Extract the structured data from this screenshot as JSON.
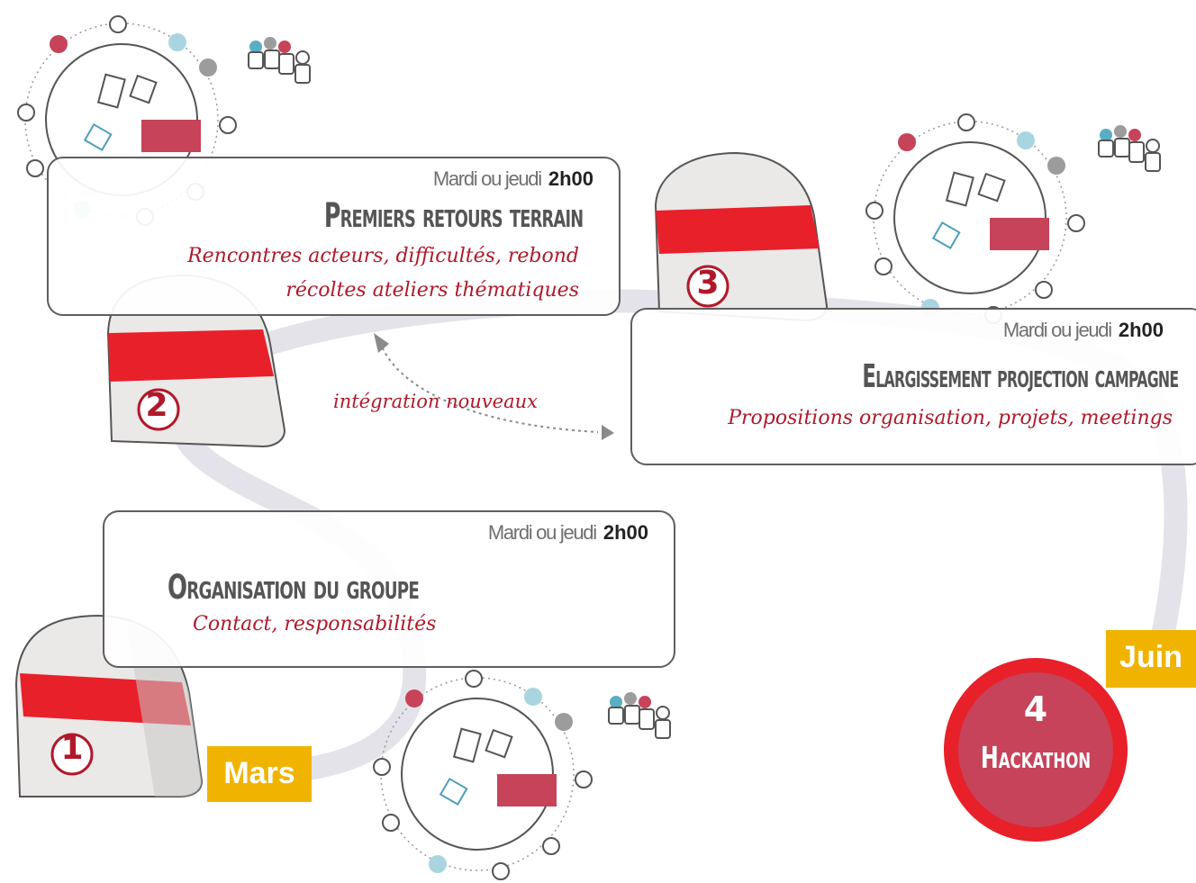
{
  "colors": {
    "accent_red": "#e8202a",
    "crimson": "#c6435a",
    "month_yellow": "#f0b400",
    "path_gray": "#e4e3ea",
    "text_red": "#b0192b"
  },
  "steps": [
    {
      "number": "1",
      "schedule_text": "Mardi ou jeudi",
      "duration": "2h00",
      "title": "Organisation du groupe",
      "description": [
        "Contact, responsabilités"
      ]
    },
    {
      "number": "2",
      "schedule_text": "Mardi ou jeudi",
      "duration": "2h00",
      "title": "Premiers retours terrain",
      "description": [
        "Rencontres acteurs, difficultés, rebond",
        "récoltes ateliers thématiques"
      ]
    },
    {
      "number": "3",
      "schedule_text": "Mardi ou jeudi",
      "duration": "2h00",
      "title": "Elargissement projection campagne",
      "description": [
        "Propositions organisation, projets, meetings"
      ]
    }
  ],
  "hackathon": {
    "number": "4",
    "label": "Hackathon"
  },
  "months": {
    "start": "Mars",
    "end": "Juin"
  },
  "arrow_label": "intégration nouveaux",
  "icons": [
    "bag-icon",
    "meeting-circle-icon",
    "people-group-icon",
    "double-arrow-icon"
  ]
}
